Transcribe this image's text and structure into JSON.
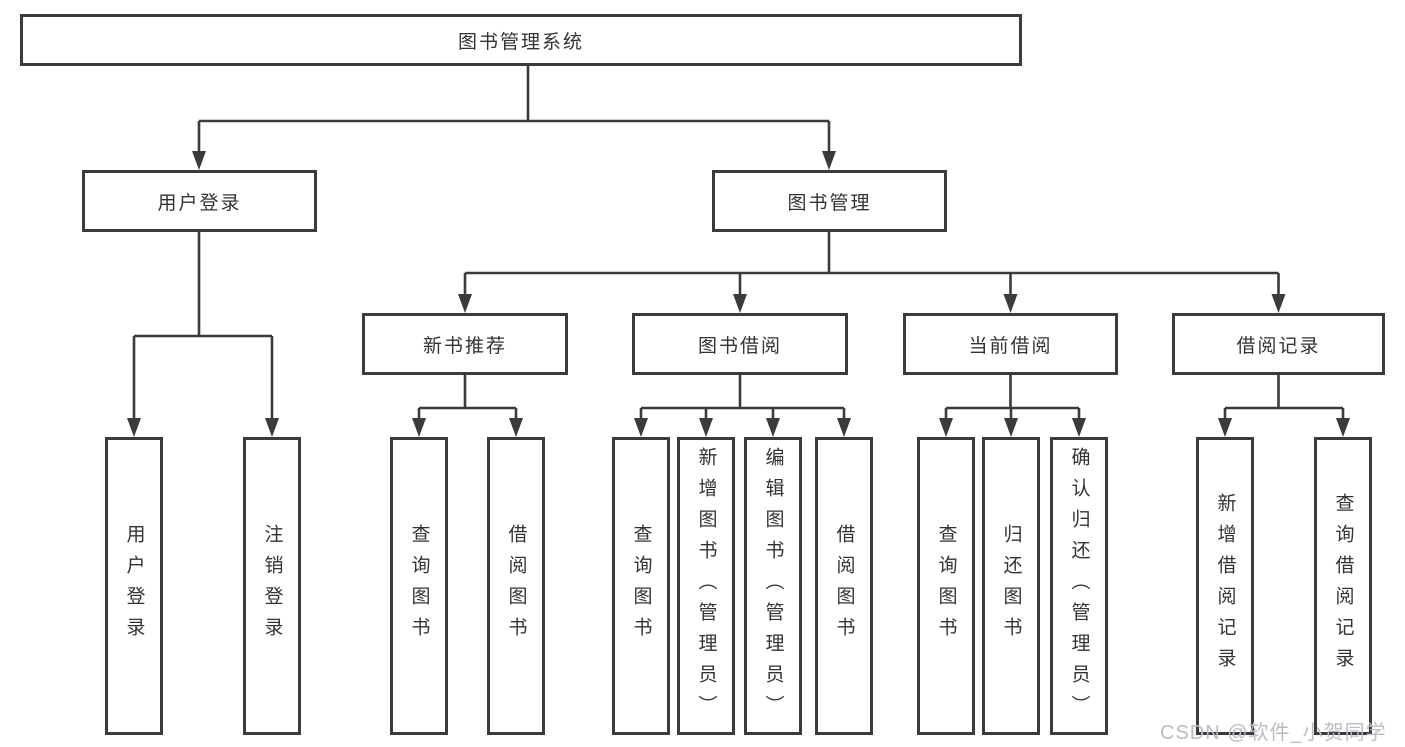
{
  "diagram": {
    "nodes": {
      "root": "图书管理系统",
      "level2": [
        "用户登录",
        "图书管理"
      ],
      "level3": [
        "新书推荐",
        "图书借阅",
        "当前借阅",
        "借阅记录"
      ],
      "user_login_children": [
        "用户登录",
        "注销登录"
      ],
      "new_books_children": [
        "查询图书",
        "借阅图书"
      ],
      "book_borrow_children": [
        "查询图书",
        "新增图书（管理员）",
        "编辑图书（管理员）",
        "借阅图书"
      ],
      "current_borrow_children": [
        "查询图书",
        "归还图书",
        "确认归还（管理员）"
      ],
      "borrow_records_children": [
        "新增借阅记录",
        "查询借阅记录"
      ]
    },
    "watermark": "CSDN @软件_小贺同学",
    "colors": {
      "line": "#3b3b3b",
      "text": "#333333",
      "watermark": "#b9bdc3",
      "background": "#ffffff"
    }
  }
}
